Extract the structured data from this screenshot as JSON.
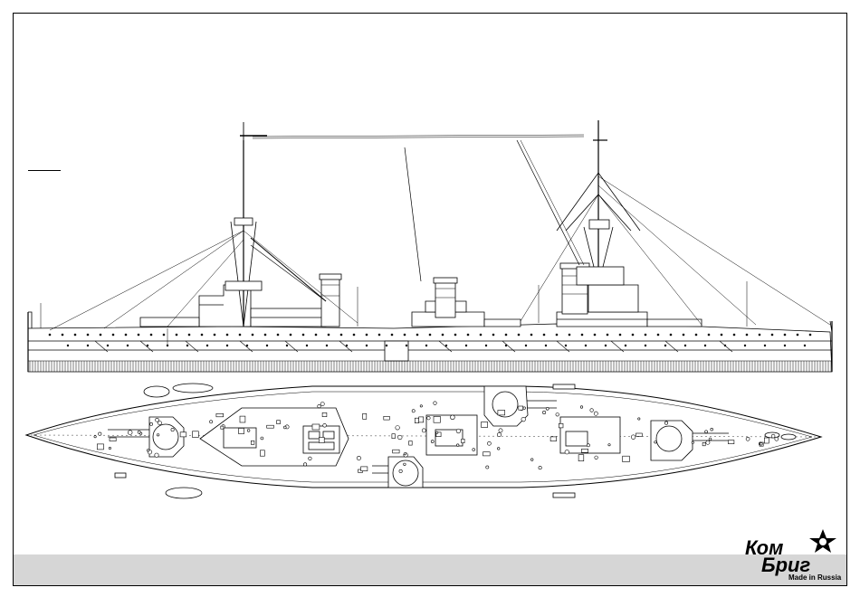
{
  "sheet": {
    "background": "#ffffff",
    "footer_band_color": "#d6d6d6",
    "line_color": "#000000"
  },
  "views": {
    "side_elevation": {
      "icon": "battlecruiser-profile"
    },
    "deck_plan": {
      "icon": "battlecruiser-plan"
    }
  },
  "logo": {
    "text_line1": "Ком",
    "text_line2": "Бриг",
    "tagline": "Made in Russia",
    "emblem": "star-icon",
    "color": "#000000"
  }
}
